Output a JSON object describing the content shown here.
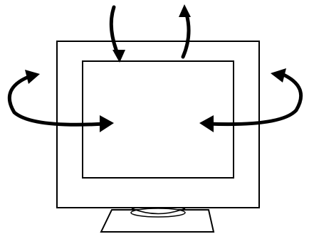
{
  "figure": {
    "subject": "crt-monitor-adjustment",
    "colors": {
      "line": "#000000",
      "background": "#ffffff",
      "arrow": "#000000"
    },
    "arrows": [
      {
        "name": "tilt-down-arrow-icon",
        "direction": "down"
      },
      {
        "name": "tilt-up-arrow-icon",
        "direction": "up"
      },
      {
        "name": "swivel-left-arrow-icon",
        "direction": "curved-right"
      },
      {
        "name": "swivel-right-arrow-icon",
        "direction": "curved-left"
      }
    ]
  }
}
